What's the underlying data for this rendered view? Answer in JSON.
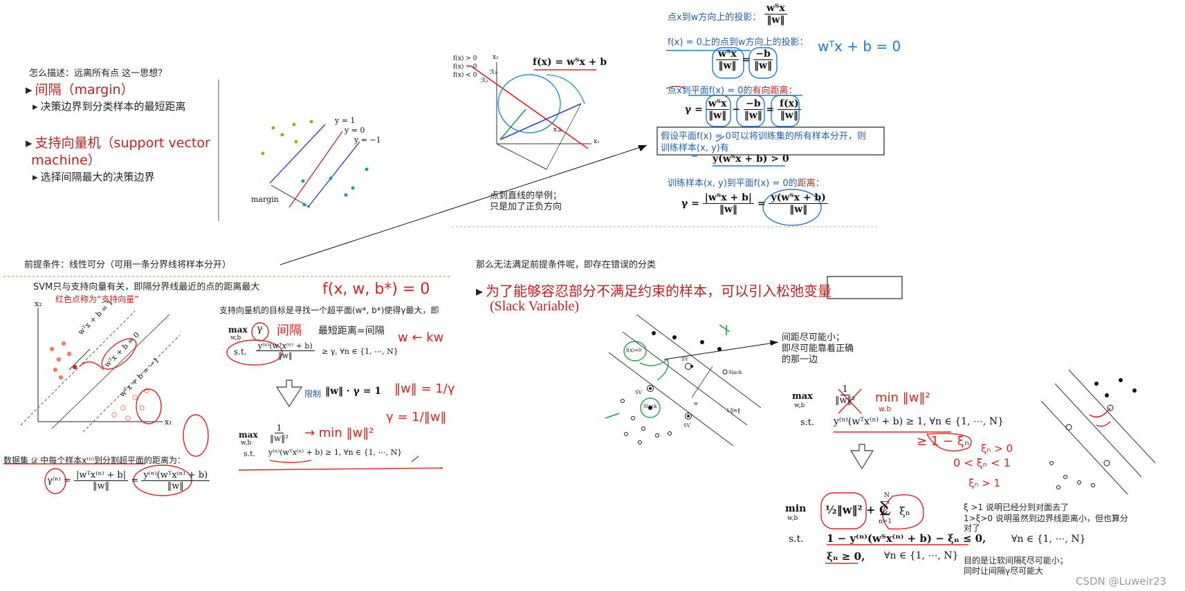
{
  "top_left": {
    "question": "怎么描述：远离所有点 这一思想？",
    "bullet_margin": "间隔（margin）",
    "sub_margin": "决策边界到分类样本的最短距离",
    "bullet_svm": "支持向量机（support vector",
    "bullet_svm2": "machine）",
    "sub_svm": "选择间隔最大的决策边界",
    "label_y1": "y = 1",
    "label_y0": "y = 0",
    "label_ym1": "y = −1",
    "label_margin": "margin"
  },
  "top_mid": {
    "fx_label": "f(x) = wᵀx + b",
    "legend_gt": "f(x) > 0",
    "legend_eq": "f(x) = 0",
    "legend_lt": "f(x) < 0",
    "r1": "ℛ₁",
    "r2": "ℛ₂",
    "x1": "x₁",
    "x2": "x₂",
    "xperp": "x⊥",
    "caption1": "点到直线的举例；",
    "caption2": "只是加了正负方向"
  },
  "top_right": {
    "proj_label": "点x到w方向上的投影：",
    "proj_num": "wᵀx",
    "proj_den": "‖w‖",
    "zero_label": "f(x) = 0上的点到w方向上的投影：",
    "zero_num1": "wᵀx",
    "zero_den1": "‖w‖",
    "zero_eq": "=",
    "zero_num2": "−b",
    "zero_den2": "‖w‖",
    "hand_eq": "wᵀx + b = 0",
    "signed_label": "点x到平面f(x) = 0的",
    "signed_red": "有向距离：",
    "gamma": "γ =",
    "g_num1": "wᵀx",
    "g_den1": "‖w‖",
    "g_minus": "−",
    "g_num2": "−b",
    "g_den2": "‖w‖",
    "g_eq": "=",
    "g_num3": "f(x)",
    "g_den3": "‖w‖",
    "assume1": "假设平面f(x) = 0可以将训练集的所有样本分开，则",
    "assume2": "训练样本(x, y)有",
    "ineq": "y(wᵀx + b) > 0",
    "dist_label": "训练样本(x, y)到平面f(x) = 0的",
    "dist_red": "距离：",
    "d_gamma": "γ =",
    "d_num1": "|wᵀx + b|",
    "d_den1": "‖w‖",
    "d_eq": "=",
    "d_num2": "y(wᵀx + b)",
    "d_den2": "‖w‖"
  },
  "premise": "前提条件：线性可分（可用一条分界线将样本分开）",
  "premise2": "那么无法满足前提条件呢，即存在错误的分类",
  "bottom_left": {
    "svm_note": "SVM只与支持向量有关，即隔分界线最近的点的距离最大",
    "red_note": "红色点称为“支持向量”",
    "x1": "x₁",
    "x2": "x₂",
    "line_top": "wᵀx + b = 1",
    "line_mid": "wᵀx + b = 0",
    "line_bot": "wᵀx + b = −1",
    "dataset": "数据集 𝒟 中每个样本x⁽ⁿ⁾到分割超平面的距离为：",
    "gamma_n": "γ⁽ⁿ⁾ =",
    "gn_num1": "|wᵀx⁽ⁿ⁾ + b|",
    "gn_den1": "‖w‖",
    "gn_eq": "=",
    "gn_num2": "y⁽ⁿ⁾(wᵀx⁽ⁿ⁾ + b)",
    "gn_den2": "‖w‖"
  },
  "bottom_mid": {
    "goal": "支持向量机的目标是寻找一个超平面(w*, b*)使得γ最大，即",
    "max1": "max",
    "max1_sub": "w,b",
    "gamma": "γ",
    "hand_interval": "间隔",
    "shortest": "最短距离=间隔",
    "st1": "s.t.",
    "c1_num": "y⁽ⁿ⁾(wᵀx⁽ⁿ⁾ + b)",
    "c1_den": "‖w‖",
    "c1_rest": "≥ γ, ∀n ∈ {1, ⋯, N}",
    "hand_f": "f(x, w, b*) = 0",
    "hand_w": "w ← kw",
    "limit": "限制",
    "limit_eq": "‖w‖ · γ = 1",
    "hand_w1": "‖w‖ = 1/γ",
    "hand_g1": "γ = 1/‖w‖",
    "max2": "max",
    "max2_sub": "w,b",
    "m2_num": "1",
    "m2_den": "‖w‖²",
    "hand_min": "→ min ‖w‖²",
    "st2": "s.t.",
    "c2": "y⁽ⁿ⁾(wᵀx⁽ⁿ⁾ + b) ≥ 1, ∀n ∈ {1, ⋯, N}"
  },
  "bottom_right": {
    "bullet": "为了能够容忍部分不满足约束的样本，可以引入",
    "slack_cn": "松弛变量",
    "slack_en": "(Slack Variable)",
    "note1": "间距尽可能小；",
    "note2": "即尽可能靠着正确",
    "note3": "的那一边",
    "fx0": "f(x)=0",
    "sv": "SV",
    "slack": "Slack",
    "w": "w",
    "wnorm": "1/‖w‖",
    "max": "max",
    "max_sub": "w,b",
    "m_num": "1",
    "m_den": "‖w‖²",
    "hand_min": "min ‖w‖²",
    "hand_min_sub": "w.b",
    "st": "s.t.",
    "c1": "y⁽ⁿ⁾(wᵀx⁽ⁿ⁾ + b) ≥ 1, ∀n ∈ {1, ⋯, N}",
    "hand_ge": "≥ 1 − ξₙ",
    "hand_gt0": "ξₙ > 0",
    "hand_range": "0 < ξₙ < 1",
    "hand_gt1": "ξₙ > 1",
    "min": "min",
    "min_sub": "w,b",
    "obj": "½‖w‖² + C",
    "sum": "∑",
    "sum_top": "N",
    "sum_bot": "n=1",
    "xi": "ξₙ",
    "st2": "s.t.",
    "c2": "1 − y⁽ⁿ⁾(wᵀx⁽ⁿ⁾ + b) − ξₙ ≤ 0,",
    "c2_all": "∀n ∈ {1, ⋯, N}",
    "c3": "ξₙ ≥ 0,",
    "c3_all": "∀n ∈ {1, ⋯, N}",
    "exp1": "ξ >1 说明已经分到对面去了",
    "exp2": "1>ξ>0 说明虽然到边界线距离小，但也算分",
    "exp3": "对了",
    "goal1": "目的是让软间隔ξ尽可能小；",
    "goal2": "同时让间隔γ尽可能大"
  },
  "watermark": "CSDN @Luweir23"
}
